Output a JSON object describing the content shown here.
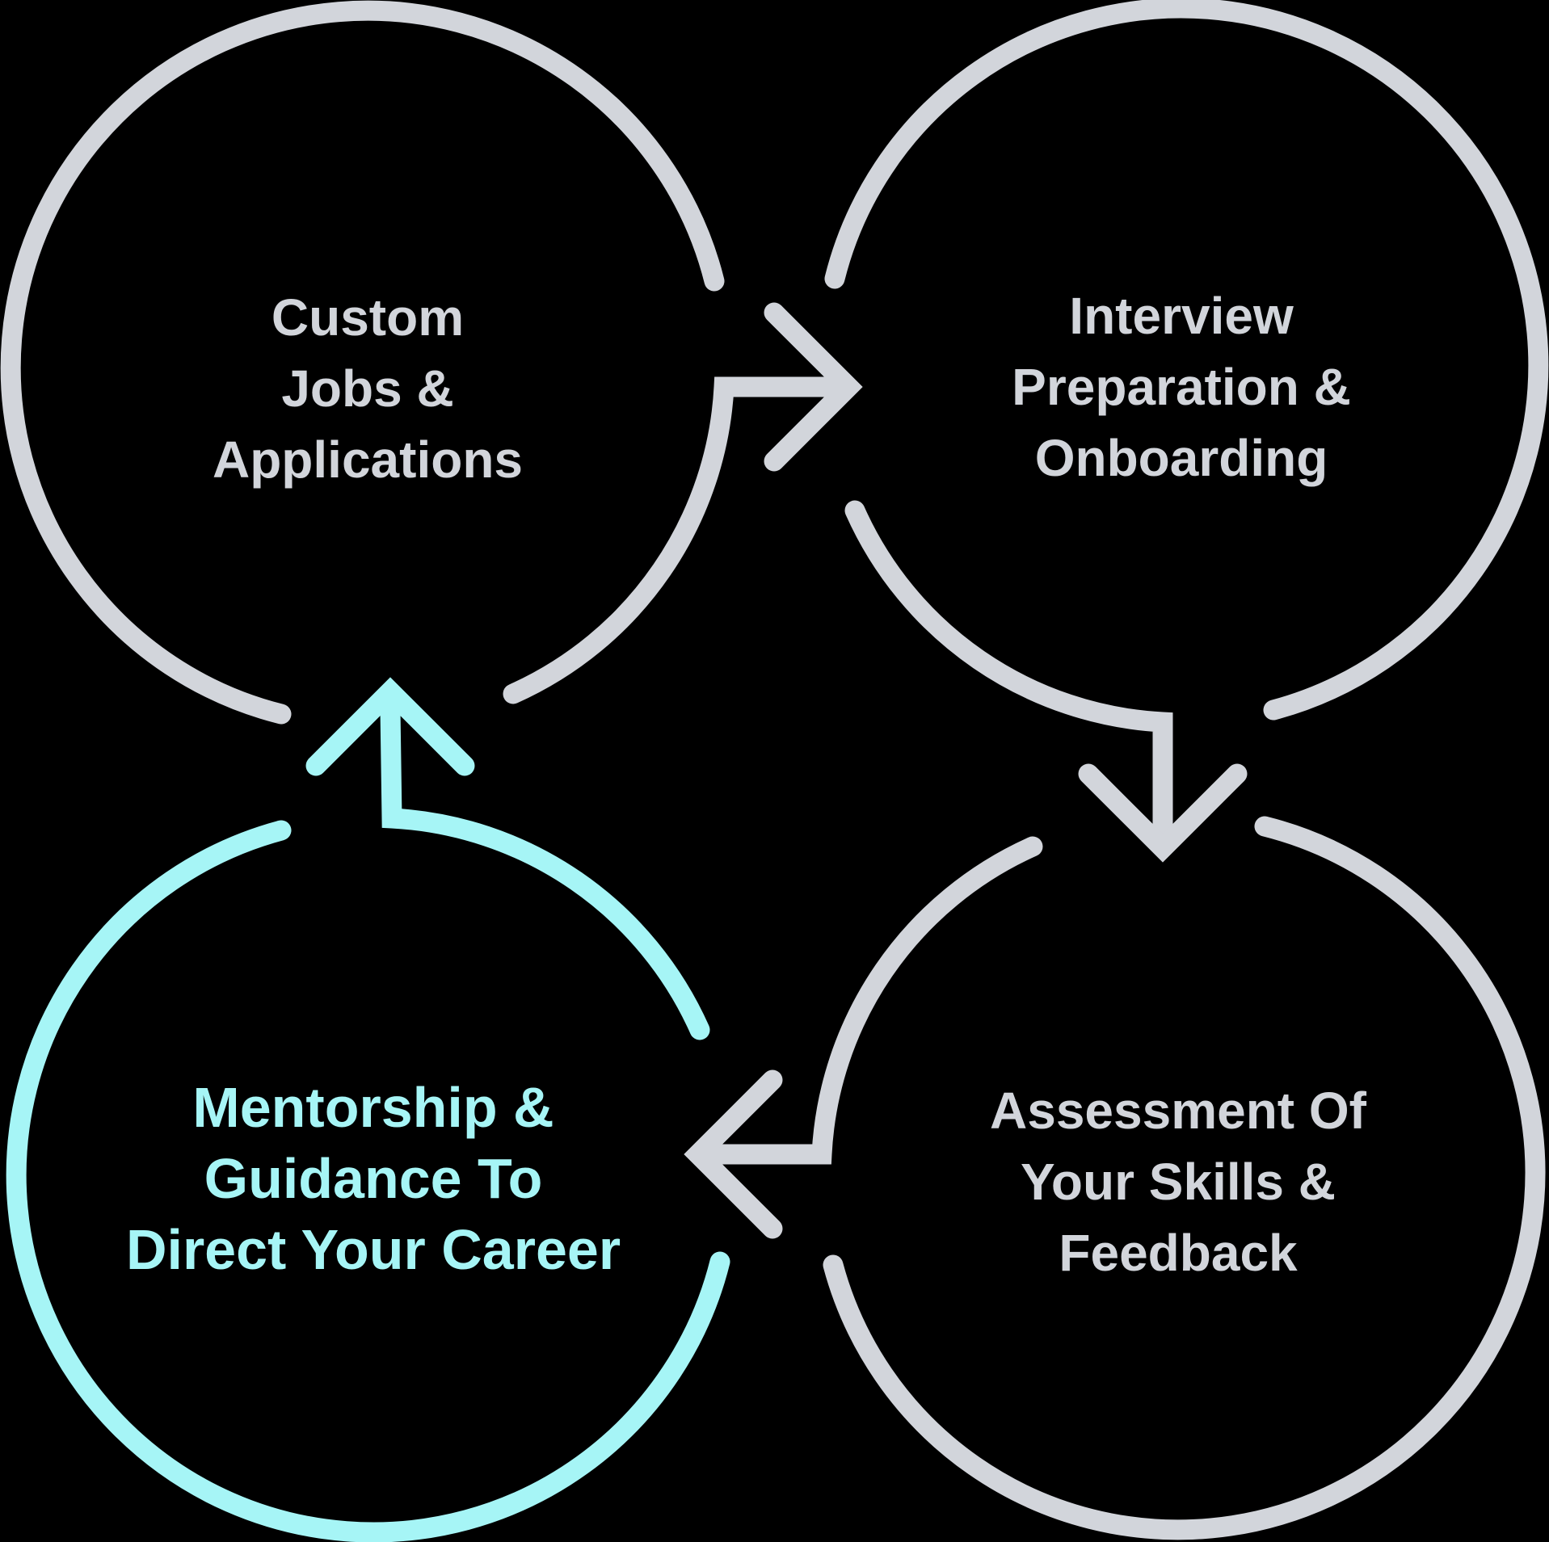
{
  "colors": {
    "background": "#000000",
    "gray": "#d2d5db",
    "cyan": "#a6f5f6"
  },
  "diagram": {
    "type": "cycle-diagram",
    "nodes": [
      {
        "id": "custom-jobs",
        "lines": [
          "Custom",
          "Jobs &",
          "Applications"
        ],
        "highlighted": false
      },
      {
        "id": "interview-preparation",
        "lines": [
          "Interview",
          "Preparation &",
          "Onboarding"
        ],
        "highlighted": false
      },
      {
        "id": "assessment",
        "lines": [
          "Assessment Of",
          "Your Skills &",
          "Feedback"
        ],
        "highlighted": false
      },
      {
        "id": "mentorship",
        "lines": [
          "Mentorship &",
          "Guidance To",
          "Direct Your Career"
        ],
        "highlighted": true
      }
    ],
    "flow": [
      "custom-jobs -> interview-preparation",
      "interview-preparation -> assessment",
      "assessment -> mentorship",
      "mentorship -> custom-jobs"
    ]
  }
}
